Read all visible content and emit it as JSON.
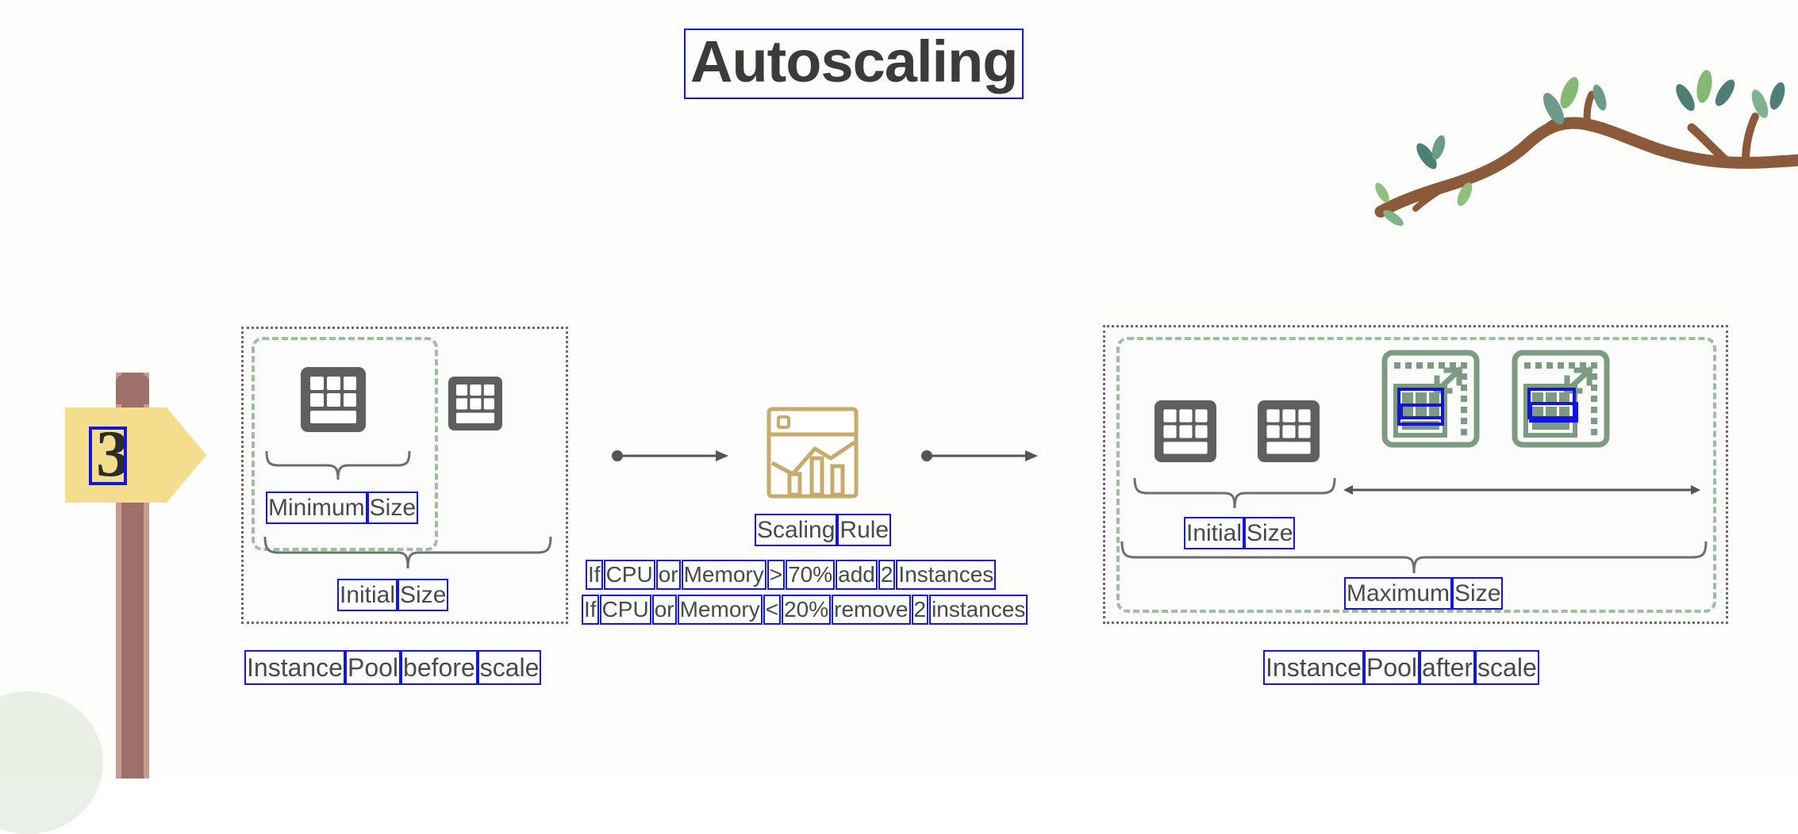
{
  "slide": {
    "title": "Autoscaling",
    "step_number": "3"
  },
  "colors": {
    "title_text": "#3b3b3b",
    "selection_box": "#1414e0",
    "panel_border": "#6a6a6a",
    "green_dashed": "#9dbf9b",
    "server_icon": "#5f5f5f",
    "new_instance": "#7d9b80",
    "rule_icon": "#c6ab6b",
    "sign_yellow": "#f5dd8e",
    "sign_post_wood": "#9d7169",
    "arrow": "#555555",
    "brace": "#6e6e6e"
  },
  "signpost": {
    "number": "3",
    "icon": "direction-sign-icon"
  },
  "decor": {
    "branch_icon": "tree-branch-icon",
    "blob_icon": "background-blob-icon"
  },
  "pool_before": {
    "caption_words": [
      "Instance",
      "Pool",
      "before",
      "scale"
    ],
    "minimum_size_words": [
      "Minimum",
      "Size"
    ],
    "initial_size_words": [
      "Initial",
      "Size"
    ],
    "server_icons": [
      "server-instance-icon",
      "server-instance-icon"
    ],
    "instances_in_min_zone": 1,
    "instances_total": 2
  },
  "scaling_rule": {
    "icon": "scaling-rule-chart-icon",
    "label_words": [
      "Scaling",
      "Rule"
    ],
    "rule_up_words": [
      "If",
      "CPU",
      "or",
      "Memory",
      ">",
      "70%",
      "add",
      "2",
      "Instances"
    ],
    "rule_down_words": [
      "If",
      "CPU",
      "or",
      "Memory",
      "<",
      "20%",
      "remove",
      "2",
      "instances"
    ],
    "threshold_up": "70%",
    "threshold_down": "20%",
    "add_count": "2",
    "remove_count": "2"
  },
  "pool_after": {
    "caption_words": [
      "Instance",
      "Pool",
      "after",
      "scale"
    ],
    "initial_size_words": [
      "Initial",
      "Size"
    ],
    "maximum_size_words": [
      "Maximum",
      "Size"
    ],
    "existing_instances": 2,
    "new_instances": 2,
    "new_instance_icon": "new-scaled-instance-icon"
  },
  "arrows": {
    "left_arrow_icon": "flow-arrow-right-icon",
    "right_arrow_icon": "flow-arrow-right-icon",
    "max_span_arrow_icon": "double-headed-arrow-icon"
  }
}
